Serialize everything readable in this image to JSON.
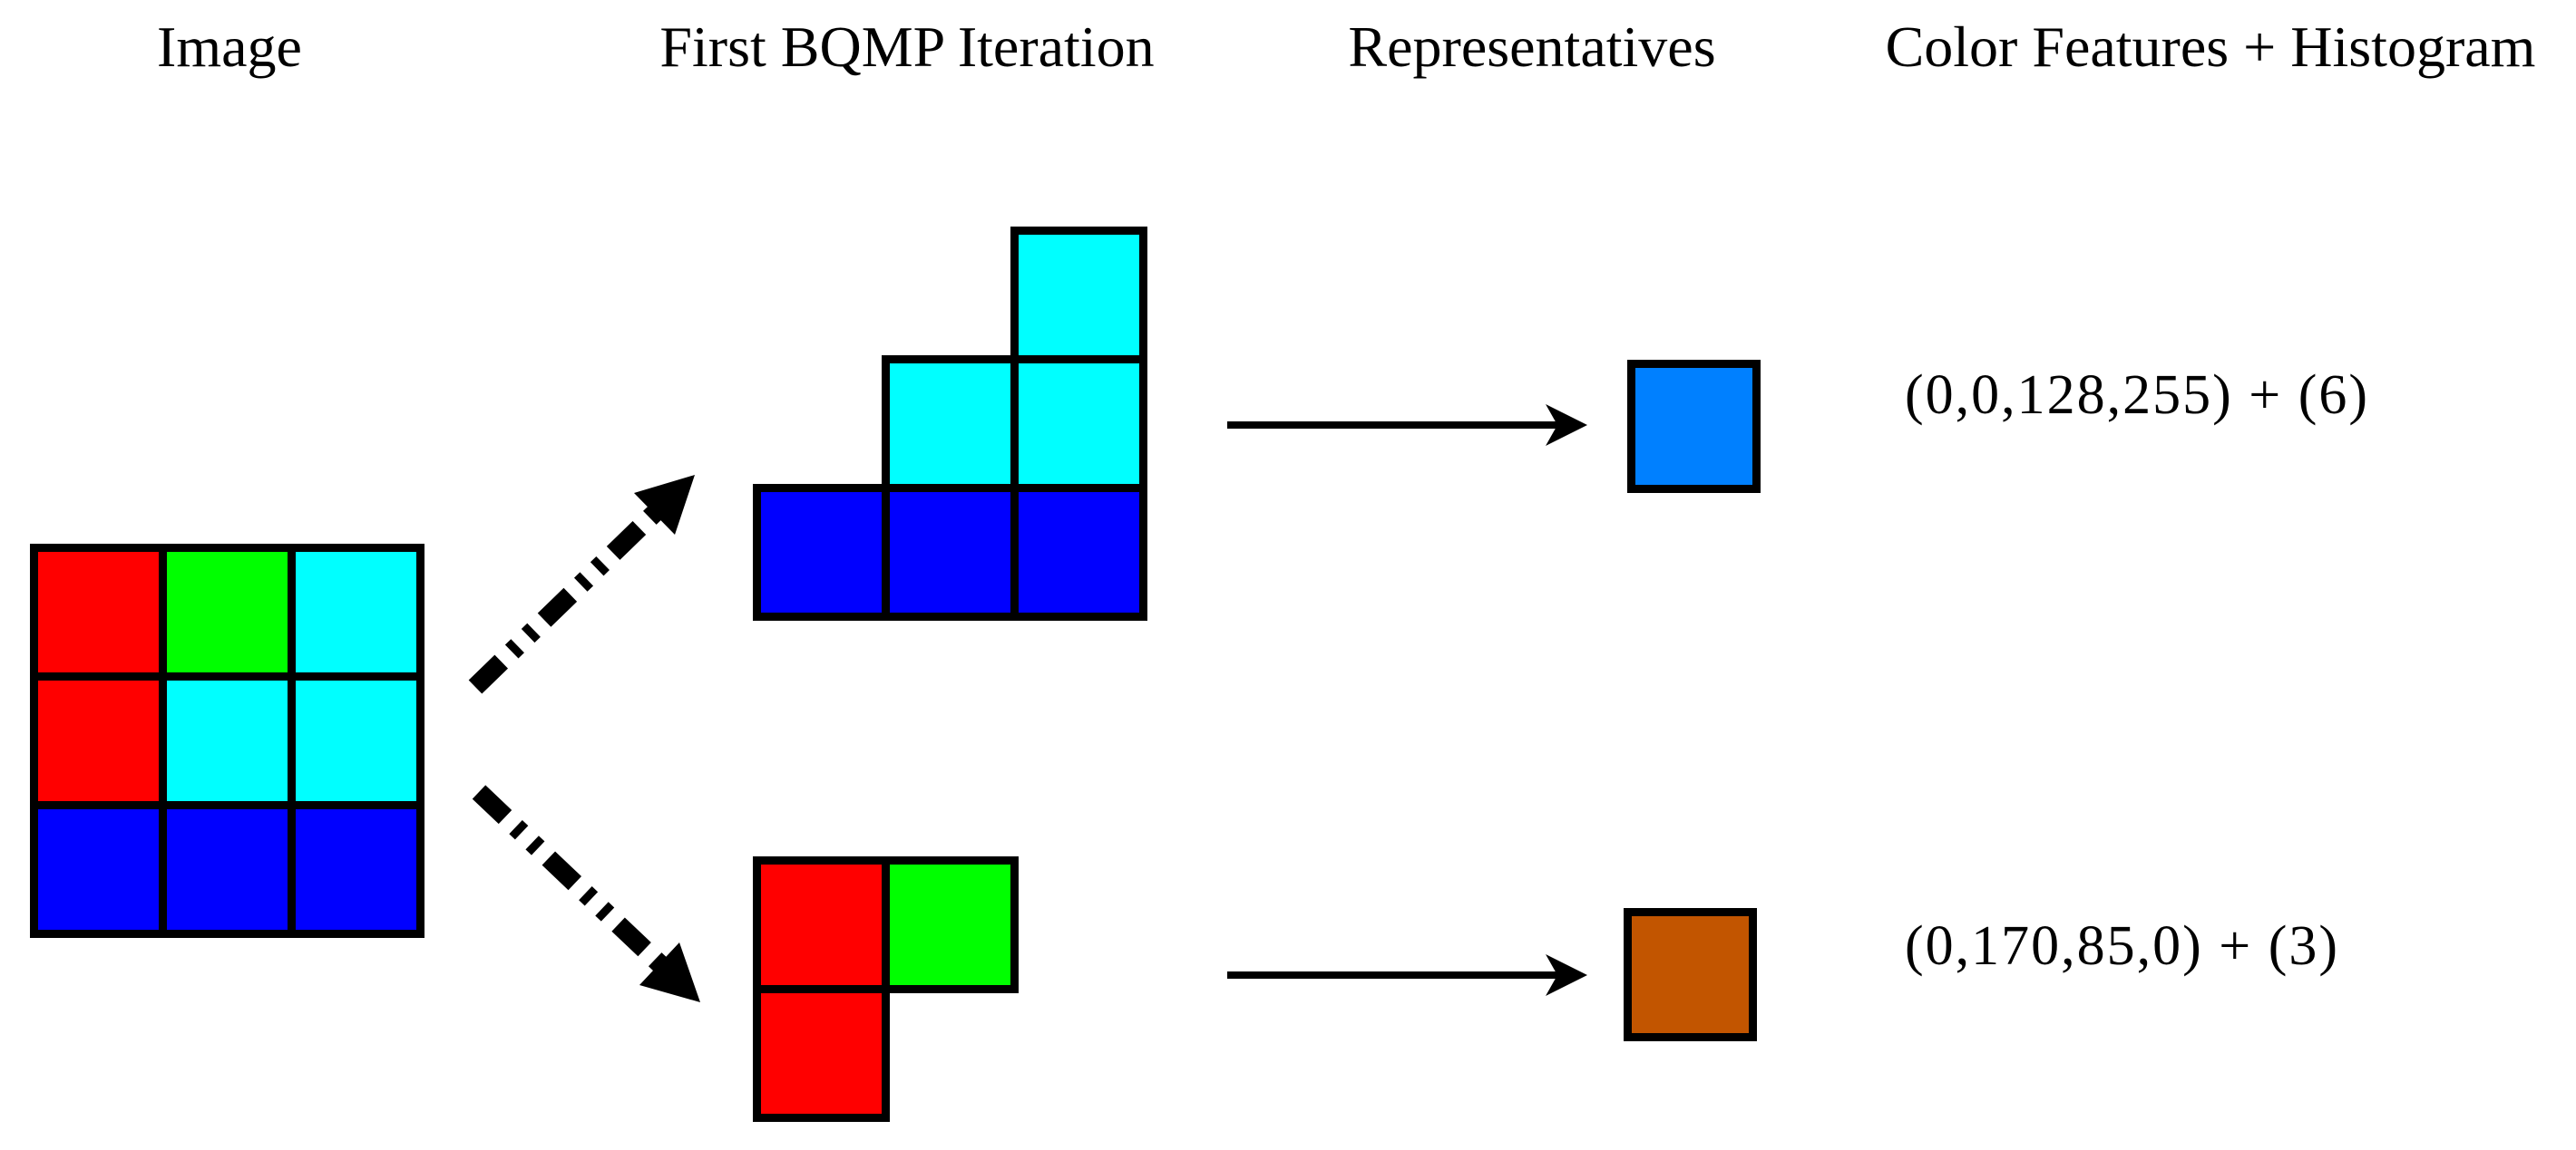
{
  "headers": {
    "image": "Image",
    "iteration": "First BQMP Iteration",
    "representatives": "Representatives",
    "features": "Color Features + Histogram"
  },
  "colors": {
    "red": "#FF0000",
    "green": "#00FF00",
    "cyan": "#00FFFF",
    "blue": "#0000FF"
  },
  "image_grid": {
    "rows": 3,
    "cols": 3,
    "cells": [
      {
        "r": 0,
        "c": 0,
        "color": "red"
      },
      {
        "r": 0,
        "c": 1,
        "color": "green"
      },
      {
        "r": 0,
        "c": 2,
        "color": "cyan"
      },
      {
        "r": 1,
        "c": 0,
        "color": "red"
      },
      {
        "r": 1,
        "c": 1,
        "color": "cyan"
      },
      {
        "r": 1,
        "c": 2,
        "color": "cyan"
      },
      {
        "r": 2,
        "c": 0,
        "color": "blue"
      },
      {
        "r": 2,
        "c": 1,
        "color": "blue"
      },
      {
        "r": 2,
        "c": 2,
        "color": "blue"
      }
    ]
  },
  "iteration_clusters": [
    {
      "name": "cyan-blue-cluster",
      "cells": [
        {
          "r": 0,
          "c": 2,
          "color": "cyan"
        },
        {
          "r": 1,
          "c": 1,
          "color": "cyan"
        },
        {
          "r": 1,
          "c": 2,
          "color": "cyan"
        },
        {
          "r": 2,
          "c": 0,
          "color": "blue"
        },
        {
          "r": 2,
          "c": 1,
          "color": "blue"
        },
        {
          "r": 2,
          "c": 2,
          "color": "blue"
        }
      ]
    },
    {
      "name": "red-green-cluster",
      "cells": [
        {
          "r": 0,
          "c": 0,
          "color": "red"
        },
        {
          "r": 0,
          "c": 1,
          "color": "green"
        },
        {
          "r": 1,
          "c": 0,
          "color": "red"
        }
      ]
    }
  ],
  "representatives": [
    {
      "name": "blue-representative",
      "color": "#0080FF"
    },
    {
      "name": "brown-representative",
      "color": "#C25500"
    }
  ],
  "features": [
    {
      "text": "(0,0,128,255) + (6)"
    },
    {
      "text": "(0,170,85,0) + (3)"
    }
  ]
}
